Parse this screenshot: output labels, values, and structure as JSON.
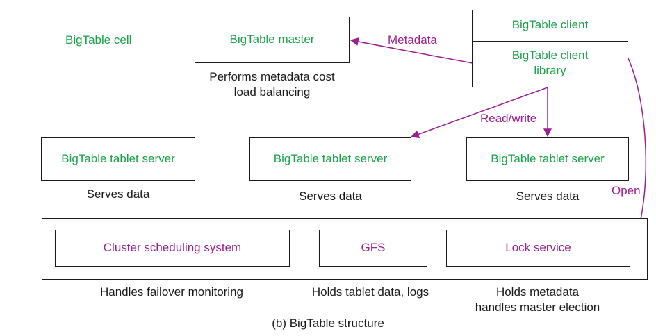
{
  "cell_label": "BigTable cell",
  "master": {
    "label": "BigTable master",
    "desc_line1": "Performs metadata cost",
    "desc_line2": "load balancing"
  },
  "client": {
    "label": "BigTable client",
    "library_line1": "BigTable client",
    "library_line2": "library"
  },
  "arrows": {
    "metadata": "Metadata",
    "read_write": "Read/write",
    "open": "Open"
  },
  "tablet_servers": [
    {
      "label": "BigTable tablet server",
      "desc": "Serves data"
    },
    {
      "label": "BigTable tablet server",
      "desc": "Serves data"
    },
    {
      "label": "BigTable tablet server",
      "desc": "Serves data"
    }
  ],
  "services": [
    {
      "label": "Cluster scheduling system",
      "desc": "Handles failover monitoring"
    },
    {
      "label": "GFS",
      "desc": "Holds tablet data, logs"
    },
    {
      "label": "Lock service",
      "desc_line1": "Holds metadata",
      "desc_line2": "handles master election"
    }
  ],
  "caption": "(b) BigTable structure",
  "colors": {
    "green_text": "#1aa34a",
    "purple": "#9b1f8e",
    "border": "#1a1a1a"
  }
}
